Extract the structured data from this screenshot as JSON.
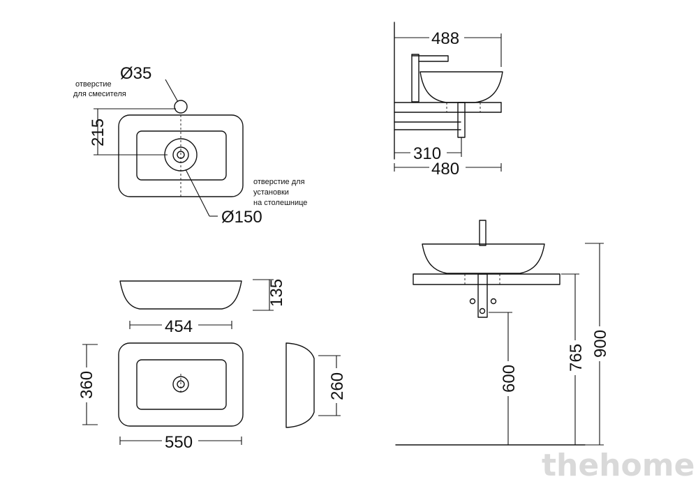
{
  "top_view": {
    "mixer_hole_note": [
      "отверстие",
      "для смесителя"
    ],
    "mounting_hole_note": [
      "отверстие для",
      "установки",
      "на столешнице"
    ],
    "dim_mixer_hole": "Ø35",
    "dim_drain": "Ø150",
    "dim_215": "215"
  },
  "side_view_top": {
    "dim_488": "488",
    "dim_310": "310",
    "dim_480": "480"
  },
  "front_view": {
    "dim_135": "135",
    "dim_454": "454"
  },
  "plan_view": {
    "dim_360": "360",
    "dim_550": "550"
  },
  "end_view": {
    "dim_260": "260"
  },
  "installation_view": {
    "dim_600": "600",
    "dim_765": "765",
    "dim_900": "900"
  },
  "watermark": "thehome"
}
